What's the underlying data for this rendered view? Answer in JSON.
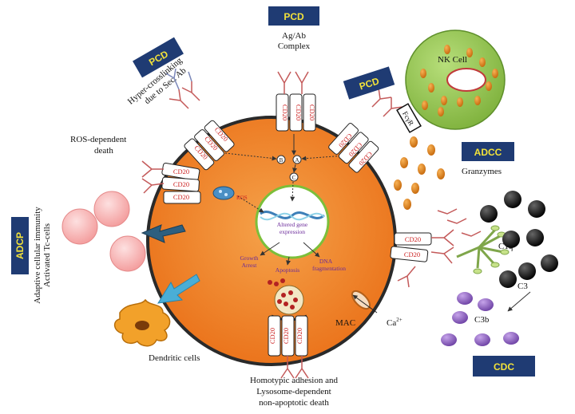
{
  "badges": {
    "pcd_top": "PCD",
    "pcd_left": "PCD",
    "pcd_right": "PCD",
    "adcc": "ADCC",
    "adcp": "ADCP",
    "cdc": "CDC"
  },
  "labels": {
    "ag_ab": [
      "Ag/Ab",
      "Complex"
    ],
    "hyper": [
      "Hyper-crosslinking",
      "due to Sec. Ab"
    ],
    "ros_death": [
      "ROS-dependent",
      "death"
    ],
    "nk_cell": "NK Cell",
    "fcgr": "FcγR",
    "granzymes": "Granzymes",
    "adaptive": [
      "Adaptive cellular immunity",
      "Activated Tc-cells"
    ],
    "dendritic": "Dendritic cells",
    "homotypic": [
      "Homotypic adhesion and",
      "Lysosome-dependent",
      "non-apoptotic death"
    ],
    "mac": "MAC",
    "ca": "Ca",
    "ca_sup": "2+",
    "c1q": "C1q",
    "c3": "C3",
    "c3b": "C3b",
    "ros": "ROS",
    "altered": [
      "Altered gene",
      "expression"
    ],
    "growth": [
      "Growth",
      "Arrest"
    ],
    "apoptosis": "Apoptosis",
    "dna": [
      "DNA",
      "fragmentation"
    ],
    "node_b": "B",
    "node_a": "A",
    "node_c": "C",
    "cd20": "CD20"
  },
  "colors": {
    "cell": "#ef7e1f",
    "cell_edge": "#2a2a2a",
    "badge": "#1f3b73",
    "nk": "#8fc14a",
    "granule": "#e08a1e",
    "red_cell": "#f6b3b3",
    "dendritic": "#f2a12a",
    "complement_black": "#111111",
    "complement_purple": "#8a5bbf",
    "arrow_dark": "#2e5f7f",
    "arrow_light": "#4aaed6"
  }
}
